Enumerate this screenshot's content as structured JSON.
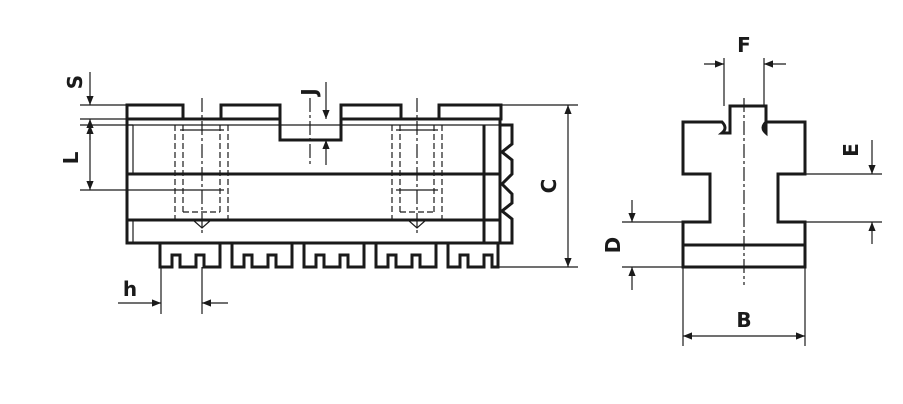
{
  "diagram": {
    "labels": {
      "S": "S",
      "L": "L",
      "J": "J",
      "C": "C",
      "h": "h",
      "F": "F",
      "E": "E",
      "D": "D",
      "B": "B"
    },
    "colors": {
      "line": "#1a1a1a",
      "background": "#ffffff"
    }
  }
}
